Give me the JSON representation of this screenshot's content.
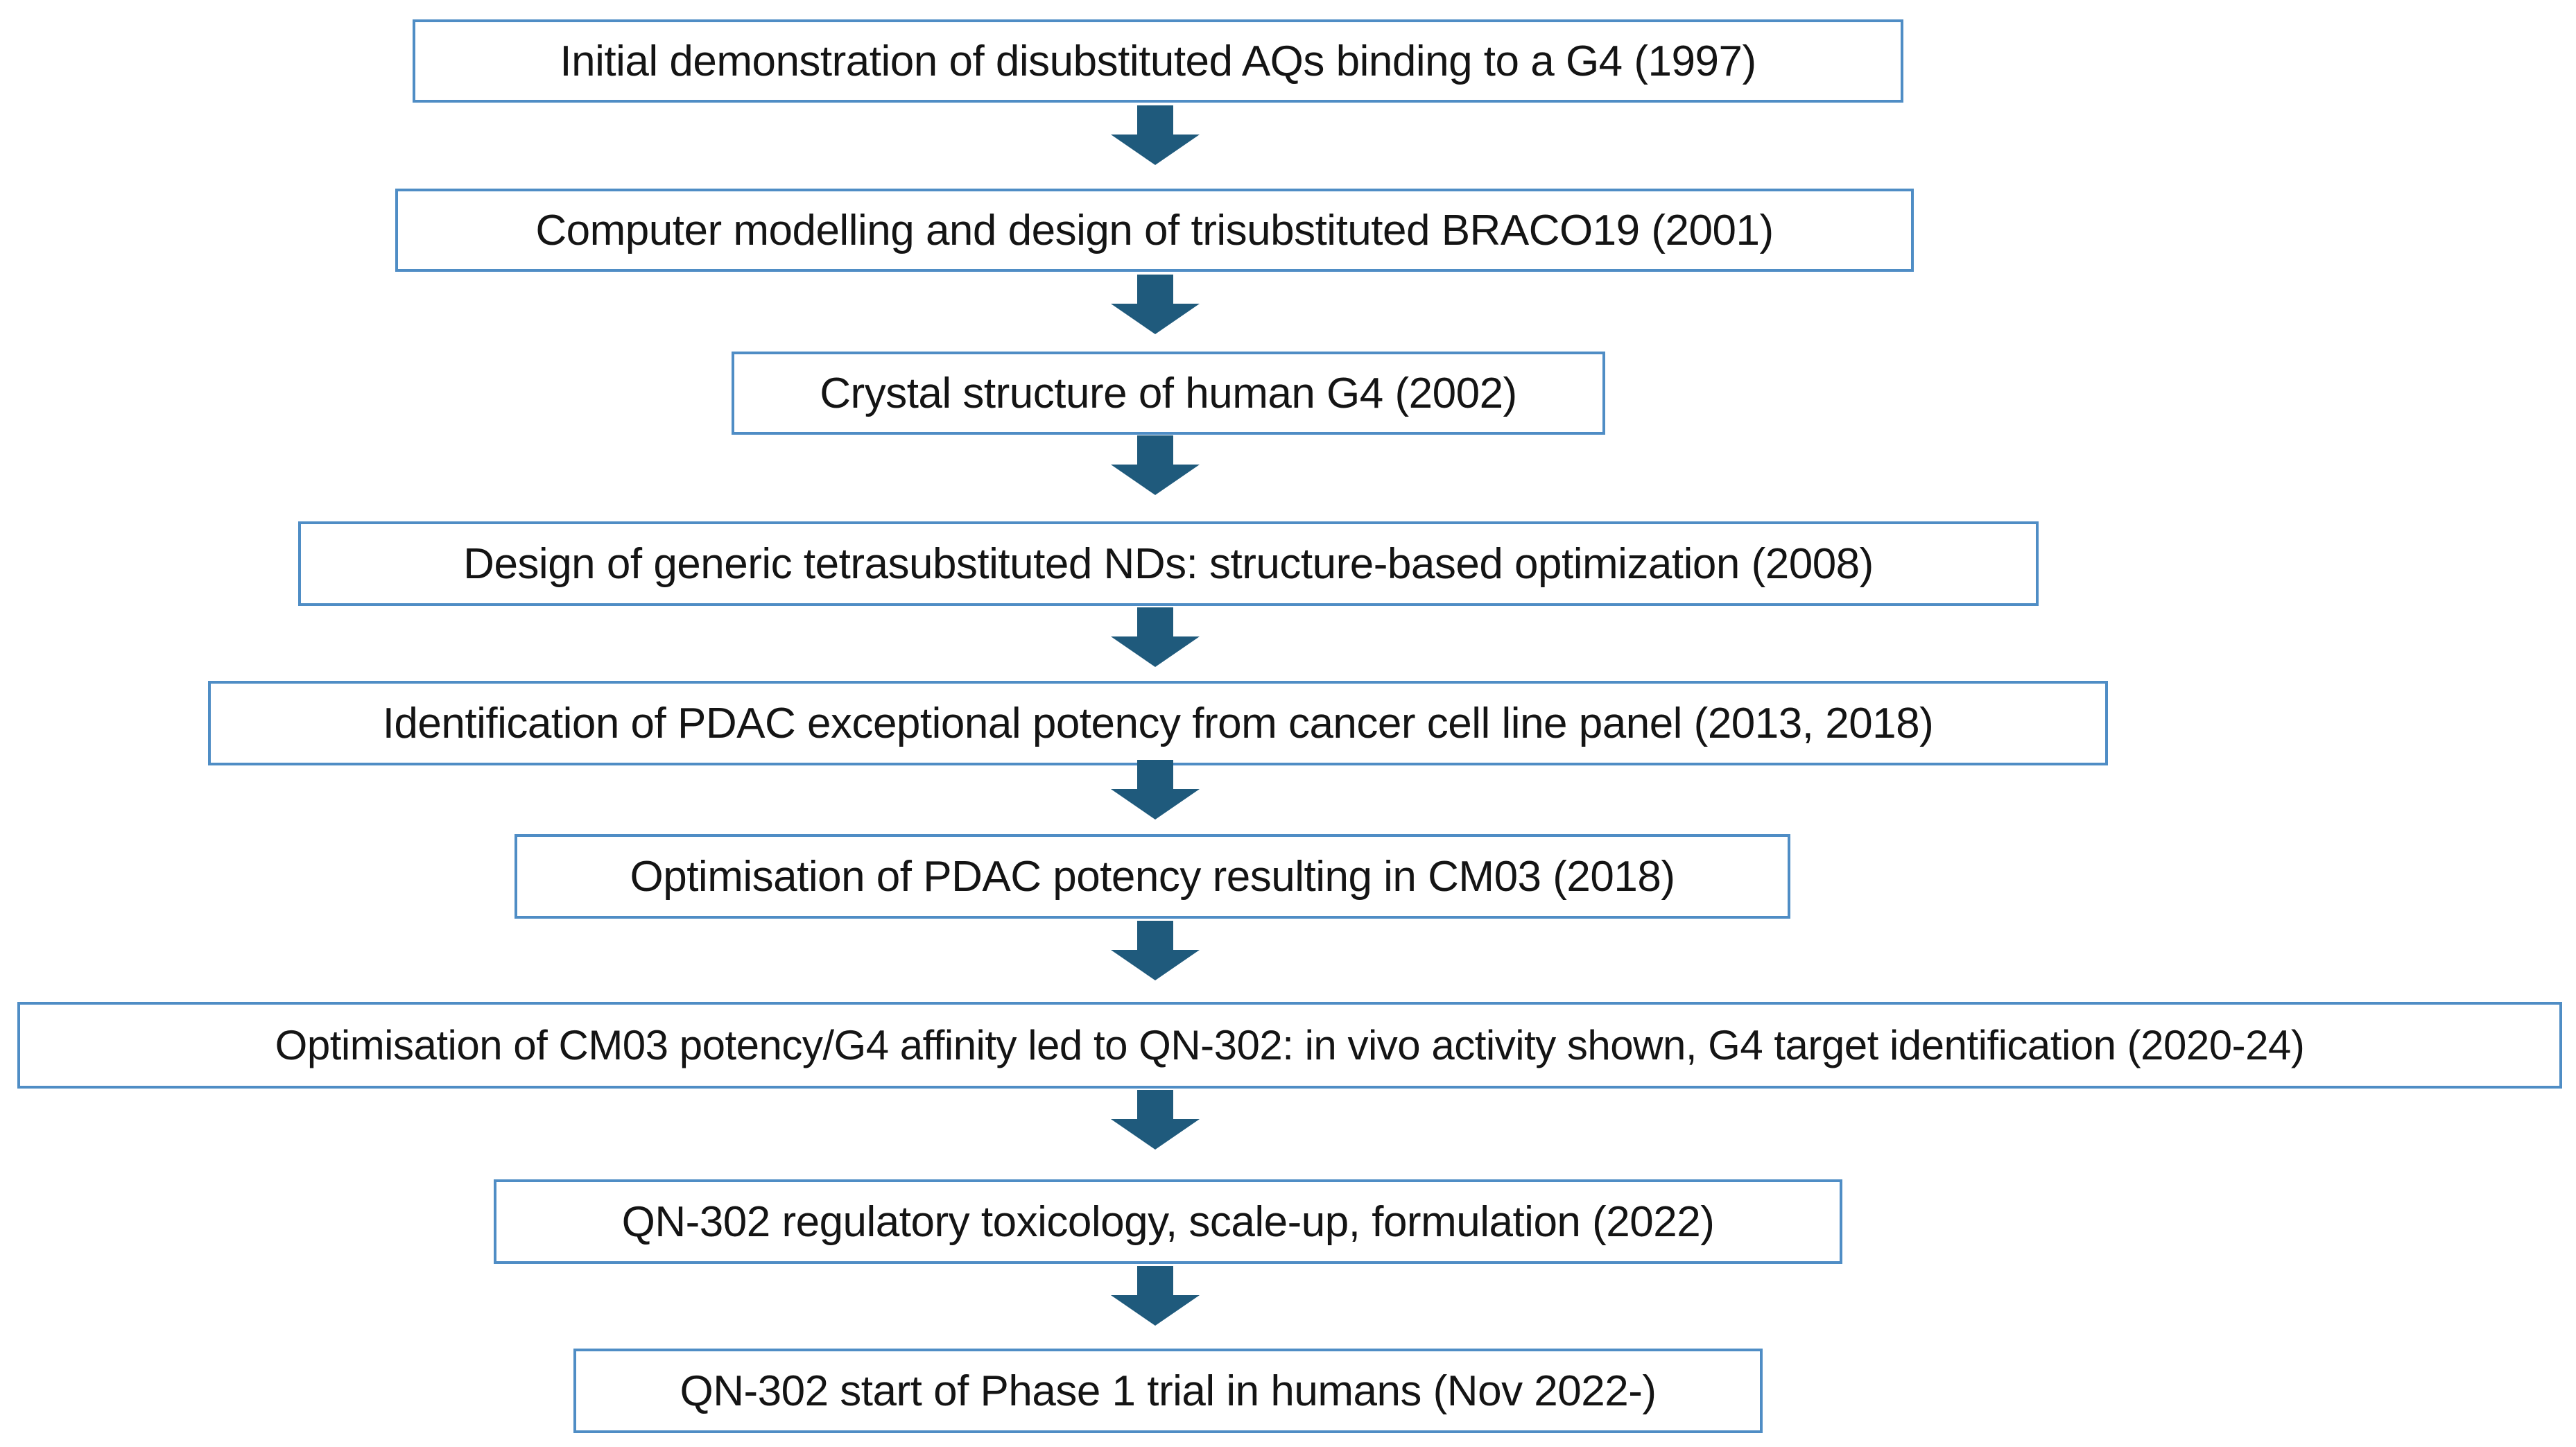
{
  "colors": {
    "box_border": "#4f8dc5",
    "box_fill": "#ffffff",
    "arrow_fill": "#1f5a7c",
    "text": "#141414"
  },
  "arrow_icon": "down-block-arrow",
  "steps": [
    {
      "label": "Initial demonstration of disubstituted AQs binding to a G4 (1997)"
    },
    {
      "label": "Computer modelling and design of trisubstituted BRACO19 (2001)"
    },
    {
      "label": "Crystal structure of human G4 (2002)"
    },
    {
      "label": "Design of generic tetrasubstituted NDs: structure-based optimization (2008)"
    },
    {
      "label": "Identification of PDAC exceptional potency from cancer cell line panel (2013, 2018)"
    },
    {
      "label": "Optimisation of PDAC potency resulting in CM03 (2018)"
    },
    {
      "label": "Optimisation of CM03 potency/G4 affinity led to QN-302: in vivo activity shown, G4 target identification (2020-24)"
    },
    {
      "label": "QN-302 regulatory toxicology, scale-up, formulation (2022)"
    },
    {
      "label": "QN-302 start of Phase 1 trial in humans (Nov 2022-)"
    }
  ]
}
